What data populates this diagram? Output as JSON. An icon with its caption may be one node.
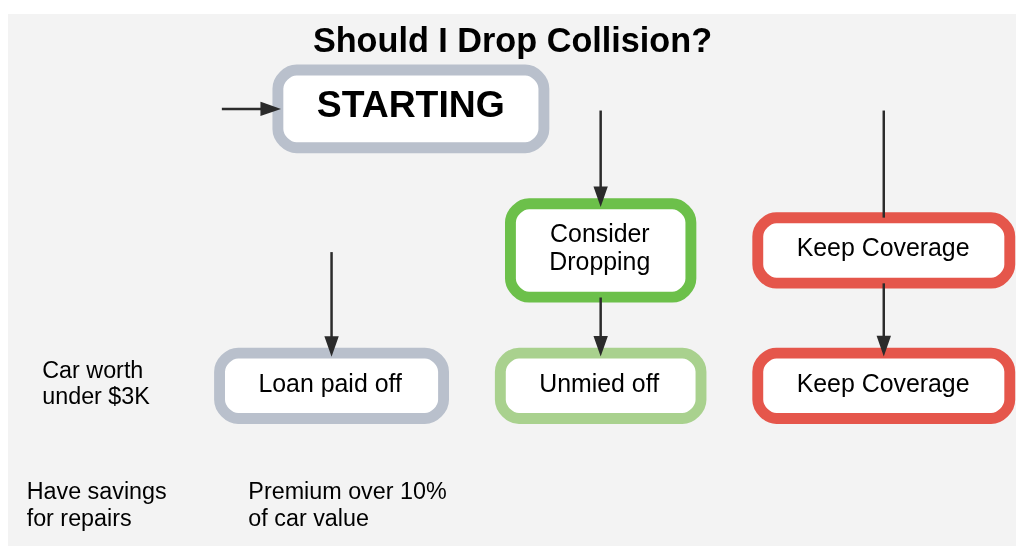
{
  "diagram": {
    "title": "Should I Drop Collision?",
    "nodes": [
      {
        "text": [
          "STARTING"
        ]
      },
      {
        "text": [
          "Consider Dropping"
        ]
      },
      {
        "text": [
          "Keep Coverage"
        ]
      },
      {
        "text": [
          "Loan paid off"
        ]
      },
      {
        "text": [
          "Unmied off"
        ]
      },
      {
        "text": [
          "Keep Coverage"
        ]
      }
    ],
    "edges": [
      {
        "from": null,
        "to": 2,
        "arrow": "none"
      },
      {
        "from": null,
        "to": 0,
        "arrow": "to"
      },
      {
        "from": null,
        "to": 1,
        "arrow": "to"
      },
      {
        "from": null,
        "to": 3,
        "arrow": "to"
      },
      {
        "from": 1,
        "to": 4,
        "arrow": "to"
      },
      {
        "from": 2,
        "to": 5,
        "arrow": "to"
      }
    ],
    "labels": [
      "Car worth under $3K",
      "Have savings for repairs",
      "Premium over 10% of car value"
    ]
  }
}
